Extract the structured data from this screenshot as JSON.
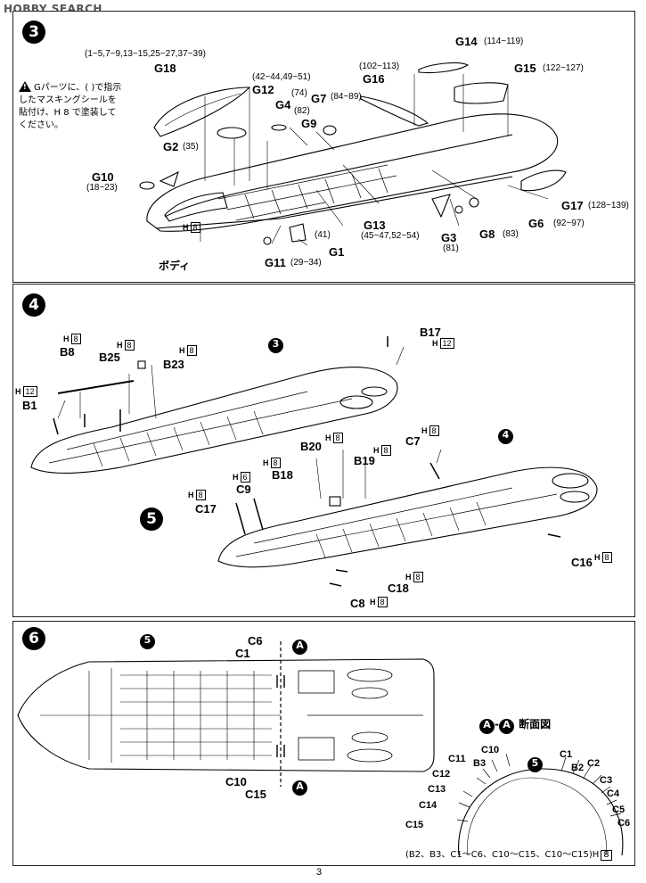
{
  "watermark": "HOBBY SEARCH",
  "page_number": "3",
  "step3": {
    "number": "3",
    "note": [
      "Gパーツに、( )で指示",
      "したマスキングシールを",
      "貼付け、H 8 で塗装して",
      "ください。"
    ],
    "hbox": "H",
    "hval": "8",
    "body_label": "ボディ",
    "parts": [
      {
        "id": "G18",
        "sub": "(1~5,7~9,13~15,25~27,37~39)"
      },
      {
        "id": "G12",
        "sub": "(42~44,49~51)"
      },
      {
        "id": "G4",
        "sub": "(74)"
      },
      {
        "id": "G9",
        "sub": "(82)"
      },
      {
        "id": "G7",
        "sub": "(84~89)"
      },
      {
        "id": "G16",
        "sub": "(102~113)"
      },
      {
        "id": "G14",
        "sub": "(114~119)"
      },
      {
        "id": "G15",
        "sub": "(122~127)"
      },
      {
        "id": "G2",
        "sub": "(35)"
      },
      {
        "id": "G10",
        "sub": "(18~23)"
      },
      {
        "id": "G17",
        "sub": "(128~139)"
      },
      {
        "id": "G6",
        "sub": "(92~97)"
      },
      {
        "id": "G8",
        "sub": "(83)"
      },
      {
        "id": "G3",
        "sub": "(81)"
      },
      {
        "id": "G13",
        "sub": "(45~47,52~54)"
      },
      {
        "id": "G1",
        "sub": "(41)"
      },
      {
        "id": "G11",
        "sub": "(29~34)"
      }
    ]
  },
  "step4": {
    "number": "4",
    "ref": "3",
    "parts": [
      {
        "id": "B8",
        "h": "8"
      },
      {
        "id": "B25",
        "h": "8"
      },
      {
        "id": "B23",
        "h": "8"
      },
      {
        "id": "B1",
        "h": "12"
      },
      {
        "id": "B17",
        "h": "12"
      }
    ]
  },
  "step5": {
    "number": "5",
    "ref": "4",
    "parts": [
      {
        "id": "B20",
        "h": "8"
      },
      {
        "id": "B19",
        "h": "8"
      },
      {
        "id": "C7",
        "h": "8"
      },
      {
        "id": "B18",
        "h": "8"
      },
      {
        "id": "C9",
        "h": "6"
      },
      {
        "id": "C17",
        "h": "8"
      },
      {
        "id": "C16",
        "h": "8"
      },
      {
        "id": "C18",
        "h": "8"
      },
      {
        "id": "C8",
        "h": "8"
      }
    ]
  },
  "step6": {
    "number": "6",
    "ref": "5",
    "labels_top": [
      "C6",
      "C1"
    ],
    "labels_bottom": [
      "C10",
      "C15"
    ],
    "section_marker": "A",
    "section_title_letter": "A",
    "section_title_text": "断面図",
    "section_ref": "5",
    "section_left": [
      "C10",
      "B3",
      "C11",
      "C12",
      "C13",
      "C14",
      "C15"
    ],
    "section_right": [
      "C1",
      "B2",
      "C2",
      "C3",
      "C4",
      "C5",
      "C6"
    ],
    "footnote": "(B2、B3、C1〜C6、C10〜C15、C10〜C15)H",
    "footnote_h": "8"
  },
  "colors": {
    "line": "#000000",
    "border": "#222222",
    "watermark": "#555555"
  }
}
